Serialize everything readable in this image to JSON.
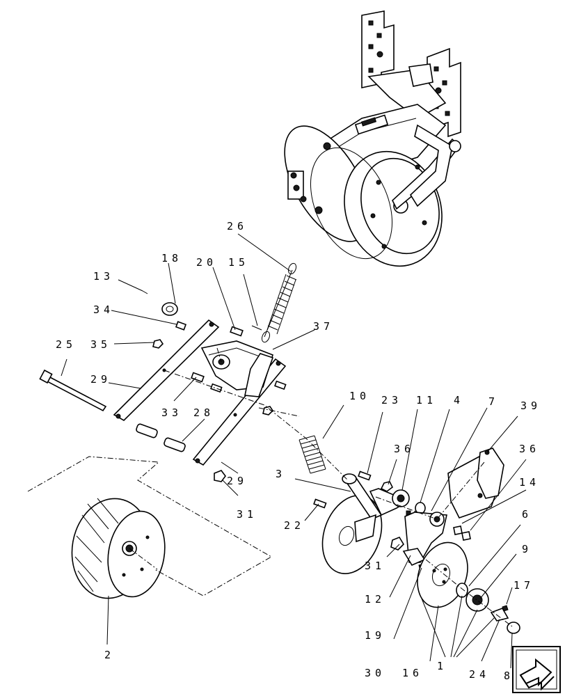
{
  "callouts": {
    "c26": "26",
    "c18": "18",
    "c13": "13",
    "c20": "20",
    "c15": "15",
    "c34": "34",
    "c37": "37",
    "c25": "25",
    "c35": "35",
    "c29a": "29",
    "c33": "33",
    "c28": "28",
    "c29b": "29",
    "c31a": "31",
    "c10": "10",
    "c23": "23",
    "c11": "11",
    "c4": "4",
    "c7": "7",
    "c39": "39",
    "c36a": "36",
    "c36b": "36",
    "c3": "3",
    "c14": "14",
    "c22": "22",
    "c6": "6",
    "c31b": "31",
    "c9": "9",
    "c12": "12",
    "c17": "17",
    "c19": "19",
    "c30": "30",
    "c16": "16",
    "c1": "1",
    "c24": "24",
    "c8": "8",
    "c2": "2"
  },
  "icons": {
    "nav": "next-page-arrow-icon"
  }
}
